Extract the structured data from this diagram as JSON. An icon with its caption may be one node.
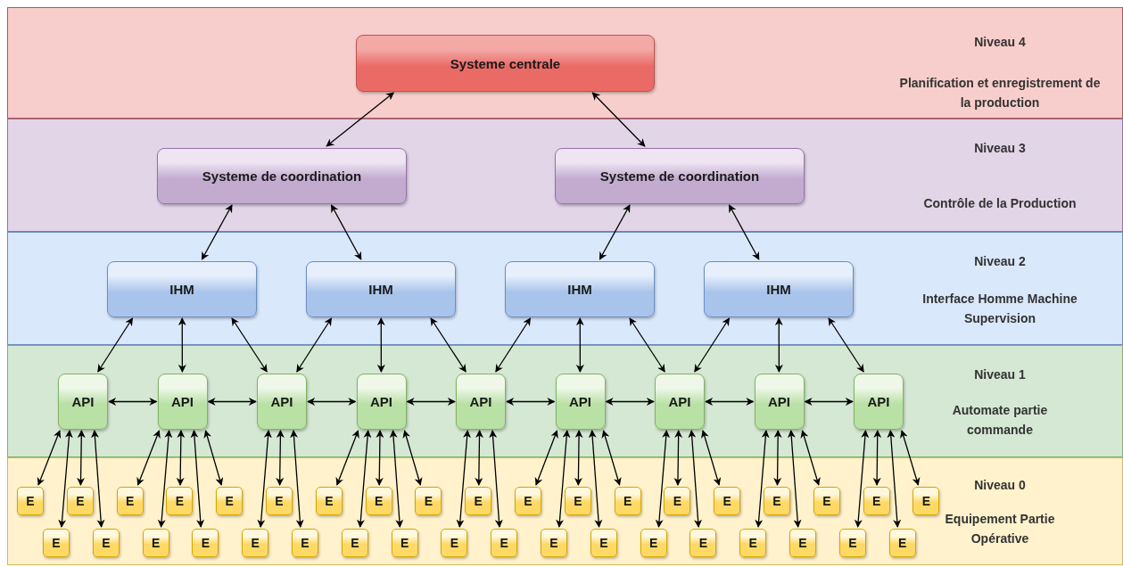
{
  "diagram": {
    "nodes": [
      {
        "text": [
          "Niveau 4",
          "Planification et enregistrement de la production"
        ]
      },
      {
        "text": [
          "Systeme centrale"
        ],
        "in": 0
      },
      {
        "text": [
          "Niveau 3",
          "Contrôle de la Production"
        ]
      },
      {
        "text": [
          "Systeme de coordination"
        ],
        "in": 2
      },
      {
        "text": [
          "Systeme de coordination"
        ],
        "in": 2
      },
      {
        "text": [
          "Niveau 2",
          "Interface Homme Machine Supervision"
        ]
      },
      {
        "text": [
          "IHM"
        ],
        "in": 5
      },
      {
        "text": [
          "IHM"
        ],
        "in": 5
      },
      {
        "text": [
          "IHM"
        ],
        "in": 5
      },
      {
        "text": [
          "IHM"
        ],
        "in": 5
      },
      {
        "text": [
          "Niveau 1",
          "Automate partie commande"
        ]
      },
      {
        "text": [
          "API"
        ],
        "in": 10
      },
      {
        "text": [
          "API"
        ],
        "in": 10
      },
      {
        "text": [
          "API"
        ],
        "in": 10
      },
      {
        "text": [
          "API"
        ],
        "in": 10
      },
      {
        "text": [
          "API"
        ],
        "in": 10
      },
      {
        "text": [
          "API"
        ],
        "in": 10
      },
      {
        "text": [
          "API"
        ],
        "in": 10
      },
      {
        "text": [
          "API"
        ],
        "in": 10
      },
      {
        "text": [
          "API"
        ],
        "in": 10
      },
      {
        "text": [
          "Niveau 0",
          "Equipement Partie Opérative"
        ]
      },
      {
        "text": [
          "E"
        ],
        "in": 20
      },
      {
        "text": [
          "E"
        ],
        "in": 20
      },
      {
        "text": [
          "E"
        ],
        "in": 20
      },
      {
        "text": [
          "E"
        ],
        "in": 20
      },
      {
        "text": [
          "E"
        ],
        "in": 20
      },
      {
        "text": [
          "E"
        ],
        "in": 20
      },
      {
        "text": [
          "E"
        ],
        "in": 20
      },
      {
        "text": [
          "E"
        ],
        "in": 20
      },
      {
        "text": [
          "E"
        ],
        "in": 20
      },
      {
        "text": [
          "E"
        ],
        "in": 20
      },
      {
        "text": [
          "E"
        ],
        "in": 20
      },
      {
        "text": [
          "E"
        ],
        "in": 20
      },
      {
        "text": [
          "E"
        ],
        "in": 20
      },
      {
        "text": [
          "E"
        ],
        "in": 20
      },
      {
        "text": [
          "E"
        ],
        "in": 20
      },
      {
        "text": [
          "E"
        ],
        "in": 20
      },
      {
        "text": [
          "E"
        ],
        "in": 20
      },
      {
        "text": [
          "E"
        ],
        "in": 20
      },
      {
        "text": [
          "E"
        ],
        "in": 20
      },
      {
        "text": [
          "E"
        ],
        "in": 20
      },
      {
        "text": [
          "E"
        ],
        "in": 20
      },
      {
        "text": [
          "E"
        ],
        "in": 20
      },
      {
        "text": [
          "E"
        ],
        "in": 20
      },
      {
        "text": [
          "E"
        ],
        "in": 20
      },
      {
        "text": [
          "E"
        ],
        "in": 20
      },
      {
        "text": [
          "E"
        ],
        "in": 20
      },
      {
        "text": [
          "E"
        ],
        "in": 20
      },
      {
        "text": [
          "E"
        ],
        "in": 20
      },
      {
        "text": [
          "E"
        ],
        "in": 20
      },
      {
        "text": [
          "E"
        ],
        "in": 20
      },
      {
        "text": [
          "E"
        ],
        "in": 20
      },
      {
        "text": [
          "E"
        ],
        "in": 20
      },
      {
        "text": [
          "E"
        ],
        "in": 20
      },
      {
        "text": [
          "E"
        ],
        "in": 20
      },
      {
        "text": [
          "E"
        ],
        "in": 20
      },
      {
        "text": [
          "E"
        ],
        "in": 20
      },
      {
        "text": [
          "E"
        ],
        "in": 20
      }
    ],
    "edges": [
      {
        "from": 1,
        "to": 3,
        "arrow": "both"
      },
      {
        "from": 1,
        "to": 4,
        "arrow": "both"
      },
      {
        "from": 3,
        "to": 6,
        "arrow": "both"
      },
      {
        "from": 3,
        "to": 7,
        "arrow": "both"
      },
      {
        "from": 4,
        "to": 8,
        "arrow": "both"
      },
      {
        "from": 4,
        "to": 9,
        "arrow": "both"
      },
      {
        "from": 6,
        "to": 11,
        "arrow": "both"
      },
      {
        "from": 6,
        "to": 12,
        "arrow": "both"
      },
      {
        "from": 6,
        "to": 13,
        "arrow": "both"
      },
      {
        "from": 7,
        "to": 13,
        "arrow": "both"
      },
      {
        "from": 7,
        "to": 14,
        "arrow": "both"
      },
      {
        "from": 7,
        "to": 15,
        "arrow": "both"
      },
      {
        "from": 8,
        "to": 15,
        "arrow": "both"
      },
      {
        "from": 8,
        "to": 16,
        "arrow": "both"
      },
      {
        "from": 8,
        "to": 17,
        "arrow": "both"
      },
      {
        "from": 9,
        "to": 17,
        "arrow": "both"
      },
      {
        "from": 9,
        "to": 18,
        "arrow": "both"
      },
      {
        "from": 9,
        "to": 19,
        "arrow": "both"
      },
      {
        "from": 11,
        "to": 12,
        "arrow": "both"
      },
      {
        "from": 12,
        "to": 13,
        "arrow": "both"
      },
      {
        "from": 13,
        "to": 14,
        "arrow": "both"
      },
      {
        "from": 14,
        "to": 15,
        "arrow": "both"
      },
      {
        "from": 15,
        "to": 16,
        "arrow": "both"
      },
      {
        "from": 16,
        "to": 17,
        "arrow": "both"
      },
      {
        "from": 17,
        "to": 18,
        "arrow": "both"
      },
      {
        "from": 18,
        "to": 19,
        "arrow": "both"
      },
      {
        "from": 11,
        "to": 21,
        "arrow": "both"
      },
      {
        "from": 11,
        "to": 40,
        "arrow": "both"
      },
      {
        "from": 11,
        "to": 22,
        "arrow": "both"
      },
      {
        "from": 11,
        "to": 41,
        "arrow": "both"
      },
      {
        "from": 12,
        "to": 23,
        "arrow": "both"
      },
      {
        "from": 12,
        "to": 42,
        "arrow": "both"
      },
      {
        "from": 12,
        "to": 24,
        "arrow": "both"
      },
      {
        "from": 12,
        "to": 43,
        "arrow": "both"
      },
      {
        "from": 12,
        "to": 25,
        "arrow": "both"
      },
      {
        "from": 13,
        "to": 44,
        "arrow": "both"
      },
      {
        "from": 13,
        "to": 26,
        "arrow": "both"
      },
      {
        "from": 13,
        "to": 45,
        "arrow": "both"
      },
      {
        "from": 14,
        "to": 27,
        "arrow": "both"
      },
      {
        "from": 14,
        "to": 46,
        "arrow": "both"
      },
      {
        "from": 14,
        "to": 28,
        "arrow": "both"
      },
      {
        "from": 14,
        "to": 47,
        "arrow": "both"
      },
      {
        "from": 14,
        "to": 29,
        "arrow": "both"
      },
      {
        "from": 15,
        "to": 48,
        "arrow": "both"
      },
      {
        "from": 15,
        "to": 30,
        "arrow": "both"
      },
      {
        "from": 15,
        "to": 49,
        "arrow": "both"
      },
      {
        "from": 16,
        "to": 31,
        "arrow": "both"
      },
      {
        "from": 16,
        "to": 50,
        "arrow": "both"
      },
      {
        "from": 16,
        "to": 32,
        "arrow": "both"
      },
      {
        "from": 16,
        "to": 51,
        "arrow": "both"
      },
      {
        "from": 16,
        "to": 33,
        "arrow": "both"
      },
      {
        "from": 17,
        "to": 52,
        "arrow": "both"
      },
      {
        "from": 17,
        "to": 34,
        "arrow": "both"
      },
      {
        "from": 17,
        "to": 53,
        "arrow": "both"
      },
      {
        "from": 17,
        "to": 35,
        "arrow": "both"
      },
      {
        "from": 18,
        "to": 54,
        "arrow": "both"
      },
      {
        "from": 18,
        "to": 36,
        "arrow": "both"
      },
      {
        "from": 18,
        "to": 55,
        "arrow": "both"
      },
      {
        "from": 18,
        "to": 37,
        "arrow": "both"
      },
      {
        "from": 19,
        "to": 56,
        "arrow": "both"
      },
      {
        "from": 19,
        "to": 38,
        "arrow": "both"
      },
      {
        "from": 19,
        "to": 57,
        "arrow": "both"
      },
      {
        "from": 19,
        "to": 39,
        "arrow": "both"
      }
    ]
  }
}
